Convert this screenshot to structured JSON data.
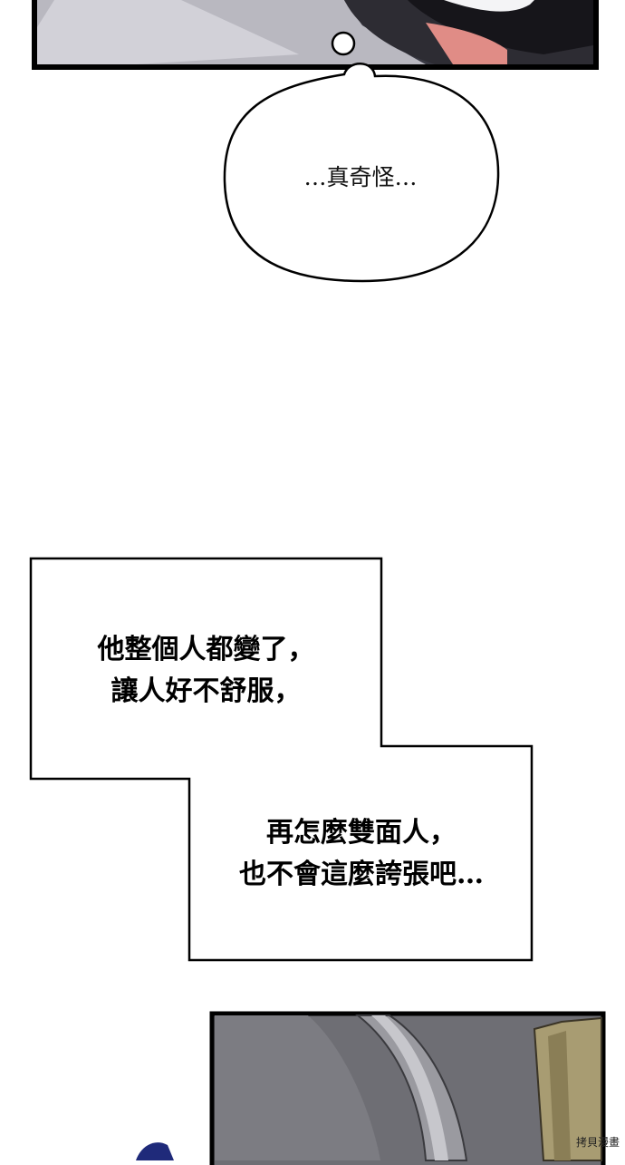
{
  "speech_bubble": {
    "text": "…真奇怪…"
  },
  "caption_1": {
    "lines": [
      "他整個人都變了，",
      "讓人好不舒服，"
    ]
  },
  "caption_2": {
    "lines": [
      "再怎麼雙面人，",
      "也不會這麼誇張吧…"
    ]
  },
  "watermark": {
    "text": "拷貝漫畫"
  }
}
